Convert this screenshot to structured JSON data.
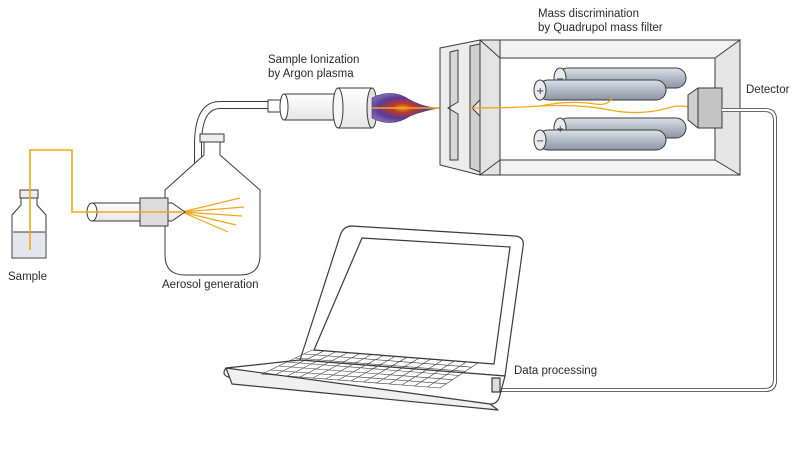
{
  "labels": {
    "mass_line1": "Mass discrimination",
    "mass_line2": "by Quadrupol mass filter",
    "ion_line1": "Sample Ionization",
    "ion_line2": "by Argon plasma",
    "detector": "Detector",
    "sample": "Sample",
    "aerosol": "Aerosol generation",
    "data_processing": "Data processing"
  },
  "rod_signs": {
    "top_front": "+",
    "top_back": "−",
    "bottom_back": "+",
    "bottom_front": "−"
  },
  "colors": {
    "sample_path": "#f0a818",
    "outline": "#3a3a3a",
    "device_fill": "#f2f2f2",
    "rod_fill": "#b4bdc8",
    "plasma": "#6a3d9a"
  }
}
